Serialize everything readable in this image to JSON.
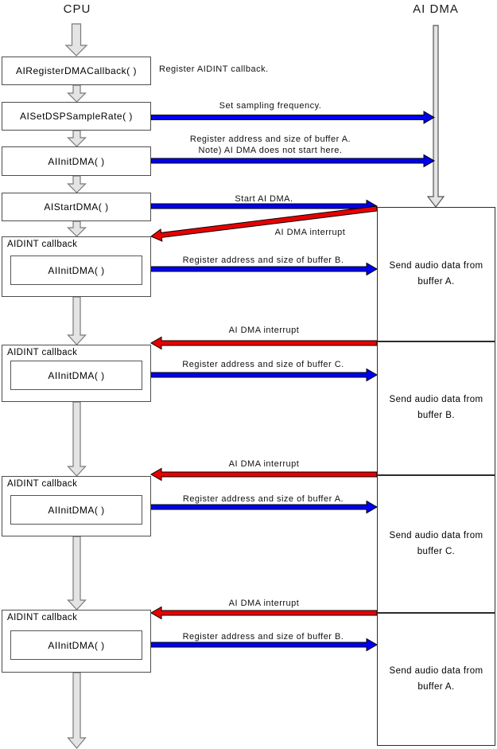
{
  "colors": {
    "blue": "#0000EE",
    "red": "#E80000",
    "hollow-fill": "#E4E4E4",
    "hollow-stroke": "#7A7A7A"
  },
  "lanes": {
    "cpu": "CPU",
    "ai_dma": "AI DMA"
  },
  "cpu_flow": [
    {
      "label": "AIRegisterDMACallback( )"
    },
    {
      "label": "AISetDSPSampleRate( )"
    },
    {
      "label": "AIInitDMA( )"
    },
    {
      "label": "AIStartDMA( )"
    }
  ],
  "callbacks": [
    {
      "title": "AIDINT callback",
      "fn": "AIInitDMA( )"
    },
    {
      "title": "AIDINT callback",
      "fn": "AIInitDMA( )"
    },
    {
      "title": "AIDINT callback",
      "fn": "AIInitDMA( )"
    },
    {
      "title": "AIDINT callback",
      "fn": "AIInitDMA( )"
    }
  ],
  "dma_activities": [
    {
      "line1": "Send audio data from",
      "line2": "buffer A."
    },
    {
      "line1": "Send audio data from",
      "line2": "buffer B."
    },
    {
      "line1": "Send audio data from",
      "line2": "buffer C."
    },
    {
      "line1": "Send audio data from",
      "line2": "buffer A."
    }
  ],
  "annotations": {
    "register_callback": "Register AIDINT callback.",
    "set_sampling": "Set sampling frequency.",
    "register_a_1": "Register address and size of buffer A.",
    "register_a_note": "Note) AI DMA does not start here.",
    "start_dma": "Start AI DMA.",
    "dma_interrupt": "AI DMA interrupt",
    "register_b_1": "Register address and size of buffer B.",
    "register_c": "Register address and size of buffer C.",
    "register_a_2": "Register address and size of buffer A.",
    "register_b_2": "Register address and size of buffer B."
  }
}
